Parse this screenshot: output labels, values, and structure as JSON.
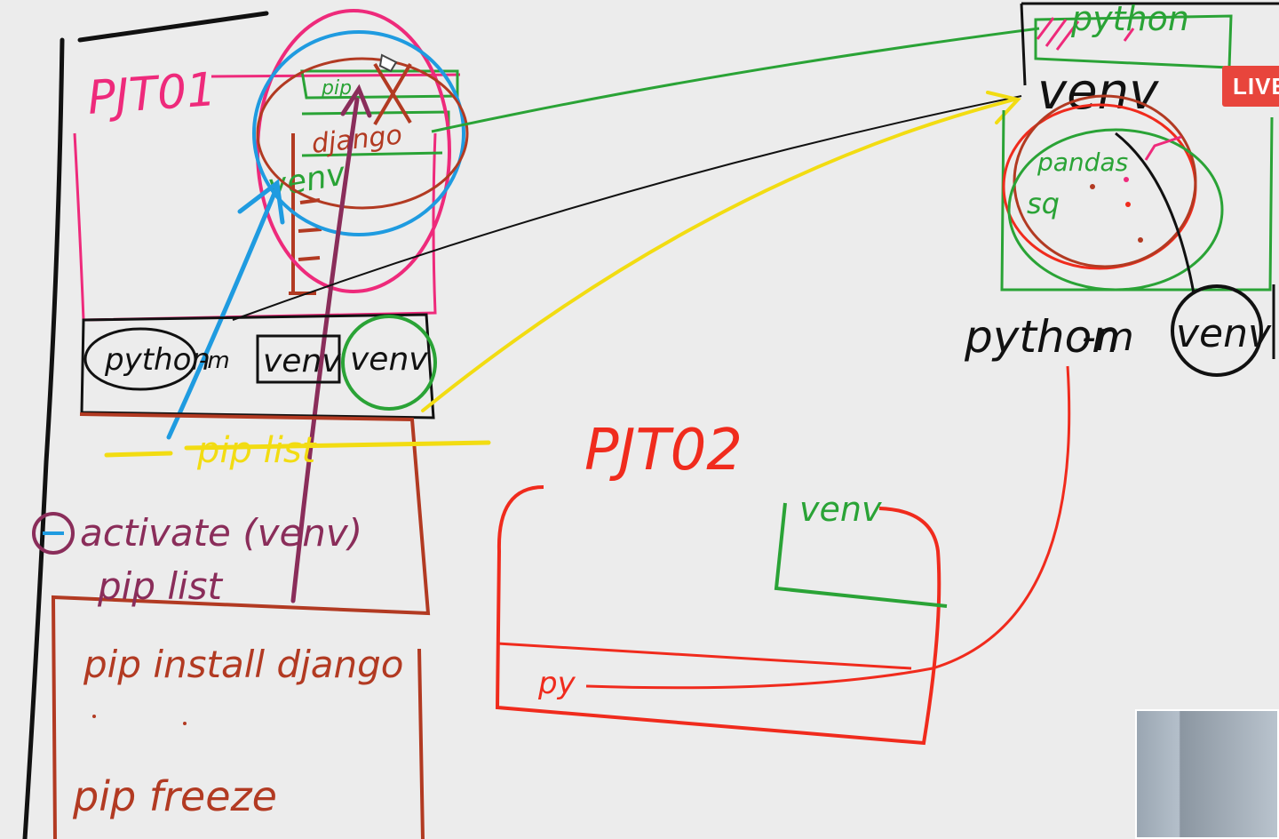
{
  "overlay": {
    "live_label": "LIVE"
  },
  "left_board": {
    "project_label": "PJT01",
    "folder_items": [
      "pip",
      "django",
      "venv"
    ],
    "command": {
      "python": "python",
      "flag": "-m",
      "module": "venv",
      "target": "venv"
    },
    "steps": [
      "pip list",
      "activate (venv)",
      "pip list",
      "pip install django",
      "pip freeze"
    ]
  },
  "center_board": {
    "project_label": "PJT02",
    "venv_label": "venv",
    "file_label": "py"
  },
  "right_board": {
    "python_label": "python",
    "venv_label": "venv",
    "packages": [
      "pandas",
      "sq"
    ],
    "command": {
      "python": "python",
      "flag": "-m",
      "module": "venv"
    }
  },
  "colors": {
    "black": "#111111",
    "pink": "#ee2a7b",
    "red": "#f02b1d",
    "brown": "#b23a22",
    "green": "#2aa336",
    "blue": "#1f9be0",
    "yellow": "#f2dc12",
    "purple": "#8a2d5a"
  }
}
